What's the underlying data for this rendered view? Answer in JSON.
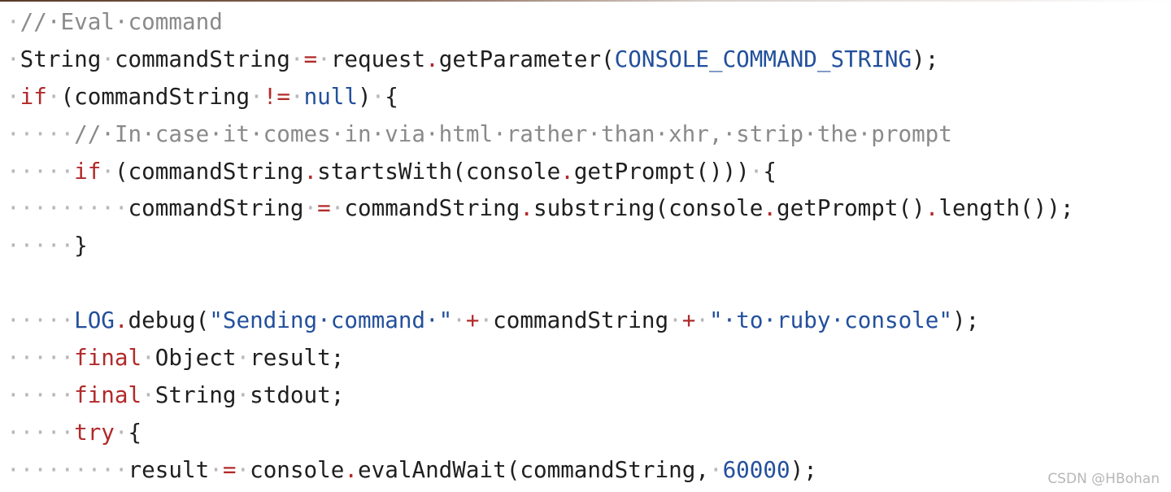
{
  "colors": {
    "background": "#ffffff",
    "plain_text": "#1f1f1f",
    "comment": "#8a8a8a",
    "keyword_operator": "#b22a2a",
    "constant_string_number": "#23509c",
    "whitespace_dot": "#b8b8b8"
  },
  "lines": [
    [
      {
        "t": "ws",
        "v": "·"
      },
      {
        "t": "cm",
        "v": "//·Eval·command"
      }
    ],
    [
      {
        "t": "ws",
        "v": "·"
      },
      {
        "t": "pl",
        "v": "String"
      },
      {
        "t": "ws",
        "v": "·"
      },
      {
        "t": "pl",
        "v": "commandString"
      },
      {
        "t": "ws",
        "v": "·"
      },
      {
        "t": "op",
        "v": "="
      },
      {
        "t": "ws",
        "v": "·"
      },
      {
        "t": "pl",
        "v": "request"
      },
      {
        "t": "op",
        "v": "."
      },
      {
        "t": "pl",
        "v": "getParameter("
      },
      {
        "t": "cn",
        "v": "CONSOLE_COMMAND_STRING"
      },
      {
        "t": "pl",
        "v": ");"
      }
    ],
    [
      {
        "t": "ws",
        "v": "·"
      },
      {
        "t": "kw",
        "v": "if"
      },
      {
        "t": "ws",
        "v": "·"
      },
      {
        "t": "pl",
        "v": "(commandString"
      },
      {
        "t": "ws",
        "v": "·"
      },
      {
        "t": "op",
        "v": "!="
      },
      {
        "t": "ws",
        "v": "·"
      },
      {
        "t": "cn",
        "v": "null"
      },
      {
        "t": "pl",
        "v": ")"
      },
      {
        "t": "ws",
        "v": "·"
      },
      {
        "t": "pl",
        "v": "{"
      }
    ],
    [
      {
        "t": "ws",
        "v": "·····"
      },
      {
        "t": "cm",
        "v": "//·In·case·it·comes·in·via·html·rather·than·xhr,·strip·the·prompt"
      }
    ],
    [
      {
        "t": "ws",
        "v": "·····"
      },
      {
        "t": "kw",
        "v": "if"
      },
      {
        "t": "ws",
        "v": "·"
      },
      {
        "t": "pl",
        "v": "(commandString"
      },
      {
        "t": "op",
        "v": "."
      },
      {
        "t": "pl",
        "v": "startsWith(console"
      },
      {
        "t": "op",
        "v": "."
      },
      {
        "t": "pl",
        "v": "getPrompt()))"
      },
      {
        "t": "ws",
        "v": "·"
      },
      {
        "t": "pl",
        "v": "{"
      }
    ],
    [
      {
        "t": "ws",
        "v": "·········"
      },
      {
        "t": "pl",
        "v": "commandString"
      },
      {
        "t": "ws",
        "v": "·"
      },
      {
        "t": "op",
        "v": "="
      },
      {
        "t": "ws",
        "v": "·"
      },
      {
        "t": "pl",
        "v": "commandString"
      },
      {
        "t": "op",
        "v": "."
      },
      {
        "t": "pl",
        "v": "substring(console"
      },
      {
        "t": "op",
        "v": "."
      },
      {
        "t": "pl",
        "v": "getPrompt()"
      },
      {
        "t": "op",
        "v": "."
      },
      {
        "t": "pl",
        "v": "length());"
      }
    ],
    [
      {
        "t": "ws",
        "v": "·····"
      },
      {
        "t": "pl",
        "v": "}"
      }
    ],
    [],
    [
      {
        "t": "ws",
        "v": "·····"
      },
      {
        "t": "cn",
        "v": "LOG"
      },
      {
        "t": "op",
        "v": "."
      },
      {
        "t": "pl",
        "v": "debug("
      },
      {
        "t": "st",
        "v": "\"Sending·command·\""
      },
      {
        "t": "ws",
        "v": "·"
      },
      {
        "t": "op",
        "v": "+"
      },
      {
        "t": "ws",
        "v": "·"
      },
      {
        "t": "pl",
        "v": "commandString"
      },
      {
        "t": "ws",
        "v": "·"
      },
      {
        "t": "op",
        "v": "+"
      },
      {
        "t": "ws",
        "v": "·"
      },
      {
        "t": "st",
        "v": "\"·to·ruby·console\""
      },
      {
        "t": "pl",
        "v": ");"
      }
    ],
    [
      {
        "t": "ws",
        "v": "·····"
      },
      {
        "t": "kw",
        "v": "final"
      },
      {
        "t": "ws",
        "v": "·"
      },
      {
        "t": "pl",
        "v": "Object"
      },
      {
        "t": "ws",
        "v": "·"
      },
      {
        "t": "pl",
        "v": "result;"
      }
    ],
    [
      {
        "t": "ws",
        "v": "·····"
      },
      {
        "t": "kw",
        "v": "final"
      },
      {
        "t": "ws",
        "v": "·"
      },
      {
        "t": "pl",
        "v": "String"
      },
      {
        "t": "ws",
        "v": "·"
      },
      {
        "t": "pl",
        "v": "stdout;"
      }
    ],
    [
      {
        "t": "ws",
        "v": "·····"
      },
      {
        "t": "kw",
        "v": "try"
      },
      {
        "t": "ws",
        "v": "·"
      },
      {
        "t": "pl",
        "v": "{"
      }
    ],
    [
      {
        "t": "ws",
        "v": "·········"
      },
      {
        "t": "pl",
        "v": "result"
      },
      {
        "t": "ws",
        "v": "·"
      },
      {
        "t": "op",
        "v": "="
      },
      {
        "t": "ws",
        "v": "·"
      },
      {
        "t": "pl",
        "v": "console"
      },
      {
        "t": "op",
        "v": "."
      },
      {
        "t": "pl",
        "v": "evalAndWait(commandString,"
      },
      {
        "t": "ws",
        "v": "·"
      },
      {
        "t": "nu",
        "v": "60000"
      },
      {
        "t": "pl",
        "v": ");"
      }
    ]
  ],
  "watermark": "CSDN @HBohan"
}
